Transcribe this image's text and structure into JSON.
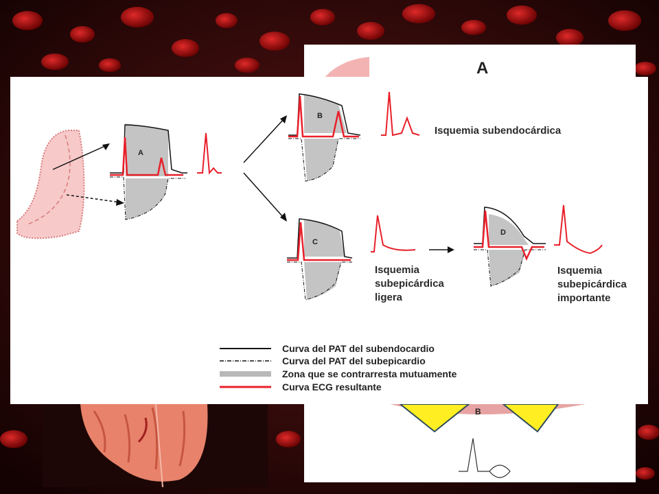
{
  "back_panel": {
    "title": "A",
    "bottom_letter": "B"
  },
  "cells": {
    "a": "A",
    "b": "B",
    "c": "C",
    "d": "D"
  },
  "labels": {
    "subendo": "Isquemia subendocárdica",
    "subepi_light": [
      "Isquemia",
      "subepicárdica",
      "ligera"
    ],
    "subepi_important": [
      "Isquemia",
      "subepicárdica",
      "importante"
    ]
  },
  "legend": [
    {
      "label": "Curva del PAT del subendocardio",
      "style": "solid",
      "color": "#111111"
    },
    {
      "label": "Curva del PAT del subepicardio",
      "style": "dash-dot",
      "color": "#111111"
    },
    {
      "label": "Zona que se contrarresta mutuamente",
      "style": "band",
      "color": "#b8b8b8"
    },
    {
      "label": "Curva ECG resultante",
      "style": "solid",
      "color": "#e8202a"
    }
  ],
  "colors": {
    "ecg_red": "#e8202a",
    "gray_zone": "#c4c4c4",
    "heart_pink": "#f7c9c9",
    "yellow": "#ffee22"
  }
}
